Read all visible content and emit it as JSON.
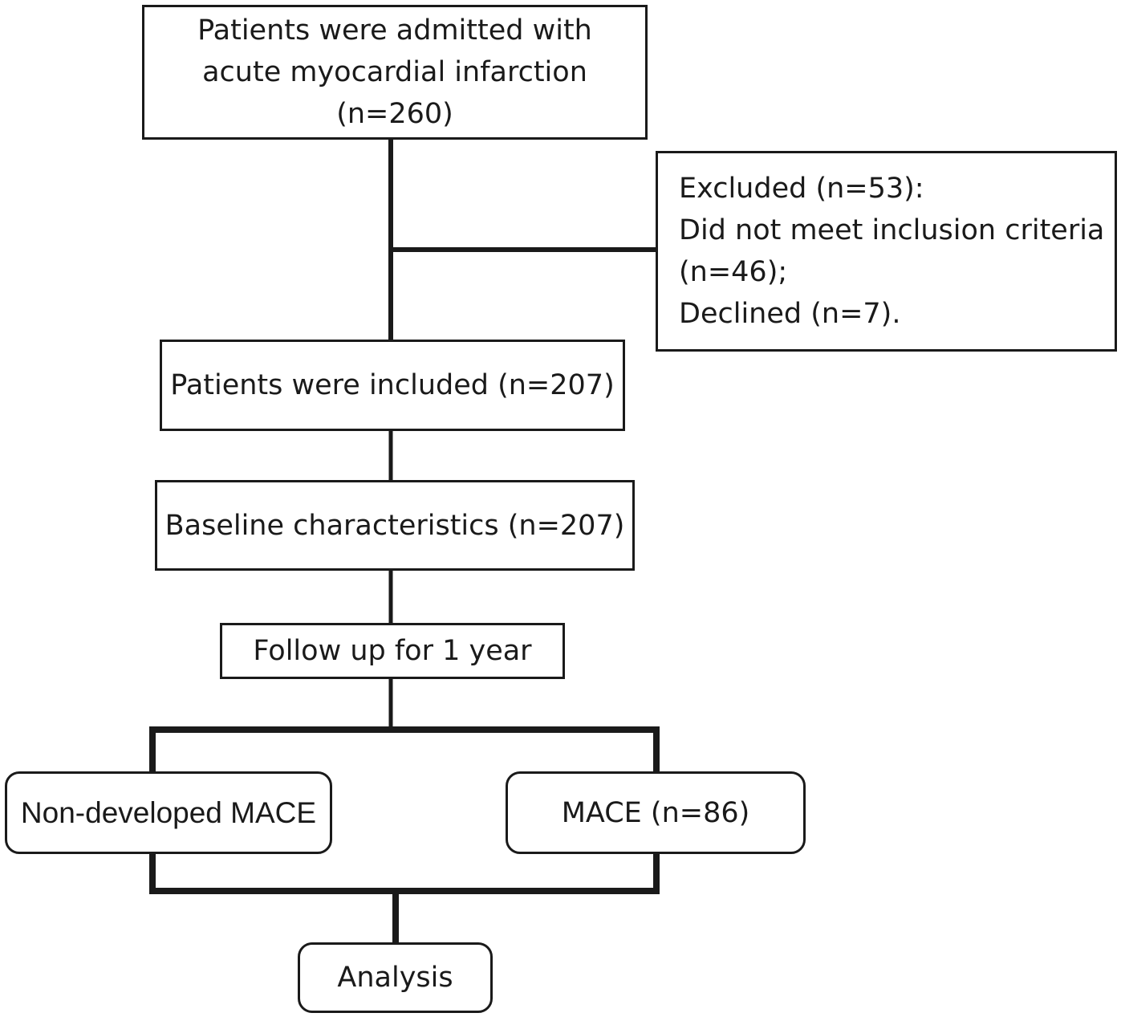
{
  "boxes": {
    "admitted": {
      "line1": "Patients were admitted with",
      "line2": "acute myocardial infarction",
      "line3": "(n=260)"
    },
    "excluded": {
      "line1": "Excluded (n=53):",
      "line2": "Did not meet inclusion criteria",
      "line3": "(n=46);",
      "line4": "Declined (n=7)."
    },
    "included": "Patients were included (n=207)",
    "baseline": "Baseline characteristics (n=207)",
    "follow_up": "Follow up for 1 year",
    "non_mace": "Non-developed MACE",
    "mace": "MACE (n=86)",
    "analysis": "Analysis"
  },
  "colors": {
    "line": "#1a1a1a",
    "background": "#ffffff"
  }
}
